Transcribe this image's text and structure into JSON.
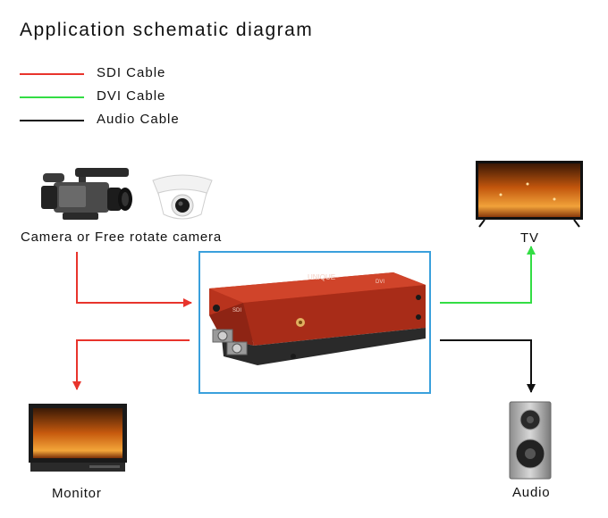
{
  "title": "Application schematic diagram",
  "legend": [
    {
      "label": "SDI Cable",
      "color": "#e8342c"
    },
    {
      "label": "DVI Cable",
      "color": "#33dd44"
    },
    {
      "label": "Audio Cable",
      "color": "#111111"
    }
  ],
  "nodes": {
    "camera_label": "Camera or Free rotate camera",
    "tv_label": "TV",
    "monitor_label": "Monitor",
    "audio_label": "Audio"
  },
  "device": {
    "brand": "UNIQUE",
    "sdi_label": "SDI",
    "dvi_label": "DVI"
  },
  "accent": "#3aa0dc"
}
